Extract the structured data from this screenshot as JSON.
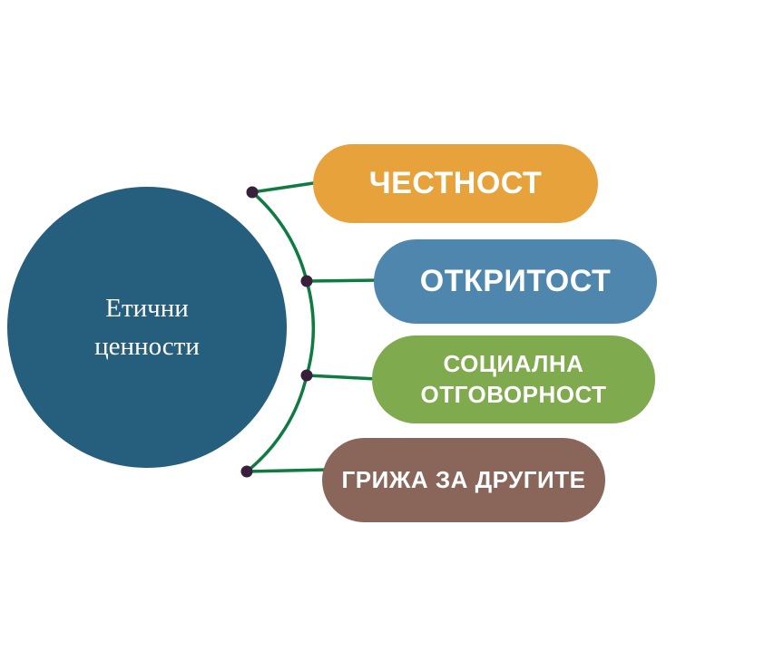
{
  "diagram": {
    "title": "Етични ценности",
    "center": {
      "line1": "Етични",
      "line2": "ценности",
      "color": "#265e7e",
      "text_color": "#ffffff"
    },
    "items": [
      {
        "label": "ЧЕСТНОСТ",
        "color": "#e8a23c"
      },
      {
        "label": "ОТКРИТОСТ",
        "color": "#4e86ad"
      },
      {
        "label": "СОЦИАЛНА ОТГОВОРНОСТ",
        "color": "#7faa4d"
      },
      {
        "label": "ГРИЖА ЗА ДРУГИТЕ",
        "color": "#8a655a"
      }
    ],
    "connector_color": "#0e7b41",
    "dot_color": "#381f3c",
    "text_color": "#ffffff"
  }
}
